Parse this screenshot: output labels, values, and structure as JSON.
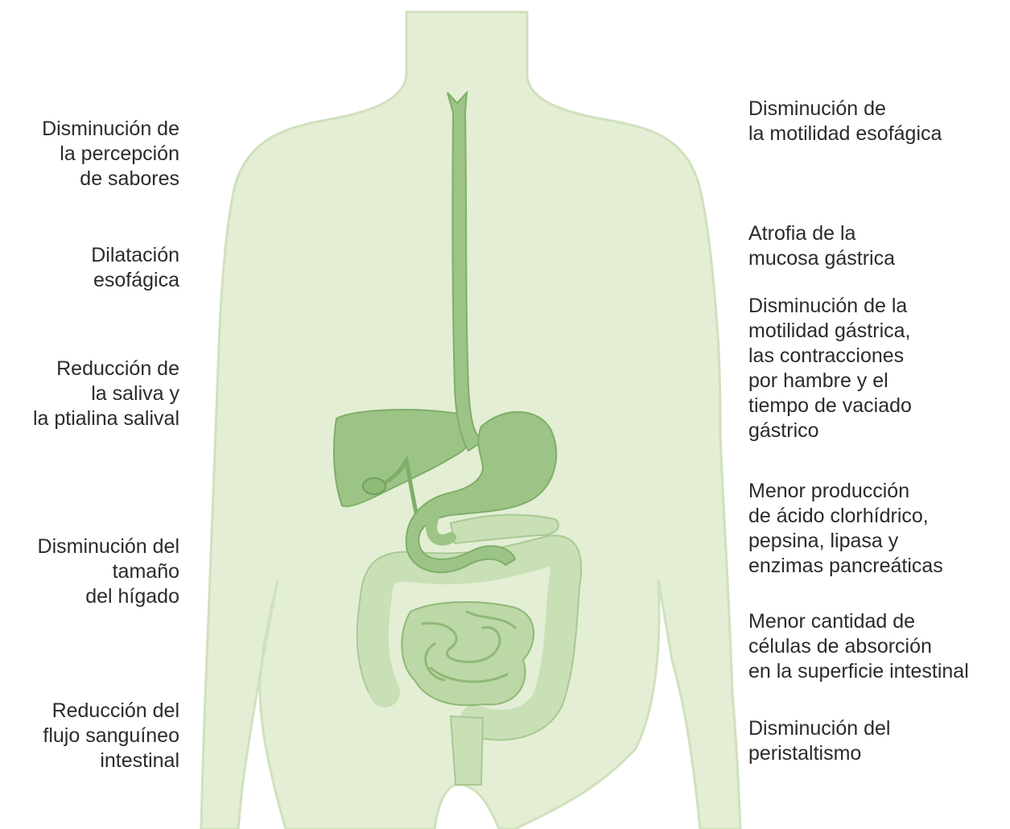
{
  "left_labels": {
    "taste": "Disminución de\nla percepción\nde sabores",
    "esophageal_dilation": "Dilatación\nesofágica",
    "saliva": "Reducción de\nla saliva y\nla ptialina salival",
    "liver": "Disminución del\ntamaño\ndel hígado",
    "blood_flow": "Reducción del\nflujo sanguíneo\nintestinal"
  },
  "right_labels": {
    "esophageal_motility": "Disminución de\nla motilidad esofágica",
    "mucosa": "Atrofia de la\nmucosa gástrica",
    "gastric_motility": "Disminución de la\nmotilidad gástrica,\nlas contracciones\npor hambre y el\ntiempo de vaciado\ngástrico",
    "acid": "Menor producción\nde ácido clorhídrico,\npepsina, lipasa y\nenzimas pancreáticas",
    "absorption": "Menor cantidad de\ncélulas de absorción\nen la superficie intestinal",
    "peristalsis": "Disminución del\nperistaltismo"
  },
  "colors": {
    "body_fill": "#e3eed5",
    "body_edge": "#cfe1bd",
    "organ_fill": "#9cc486",
    "organ_edge": "#7fae68",
    "intestine_fill": "#c9dfb6",
    "intestine_edge": "#a8c993",
    "text": "#2b2b2b"
  }
}
